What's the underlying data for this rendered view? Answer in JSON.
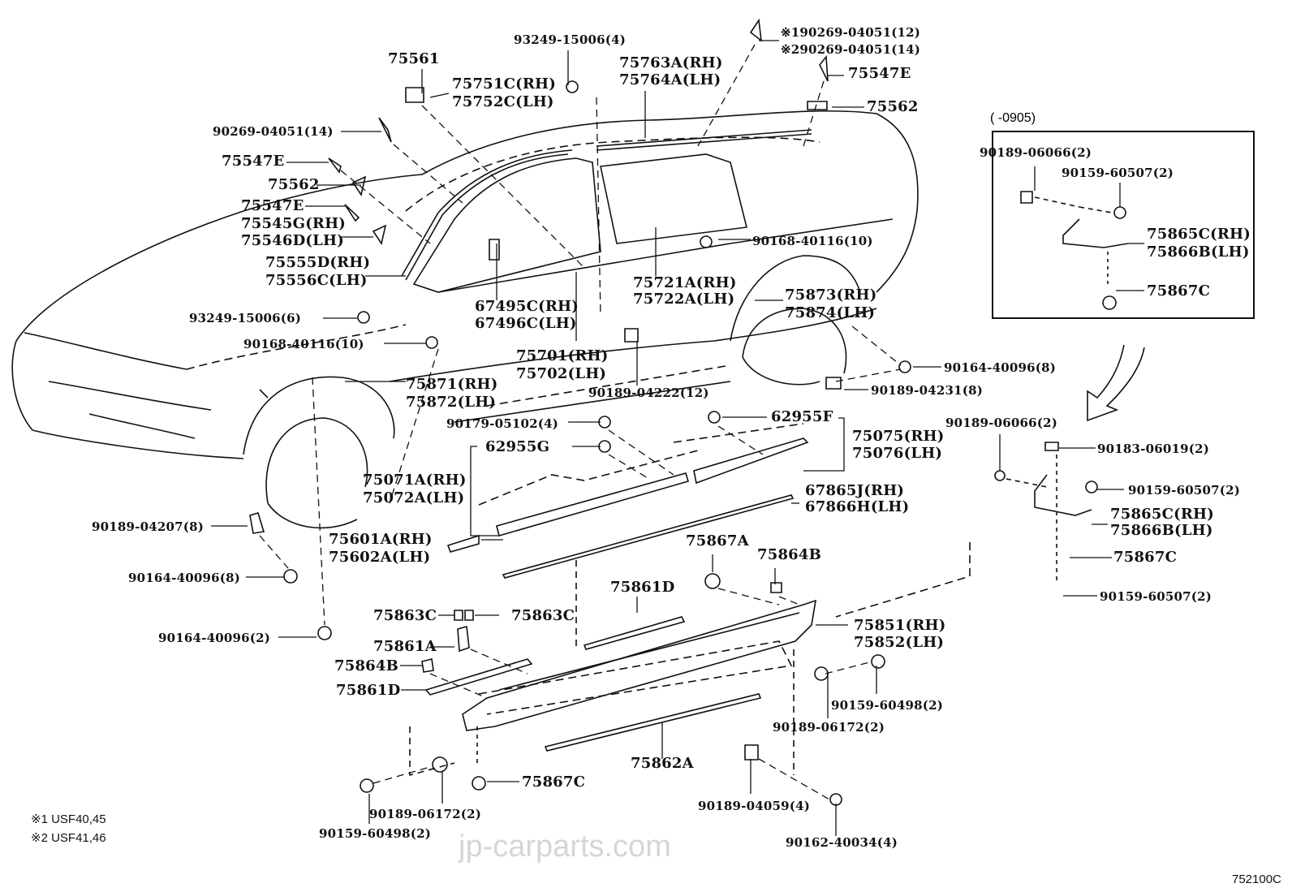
{
  "diagram": {
    "title_code": "752100C",
    "watermark": "jp-carparts.com",
    "inset": {
      "title": "(      -0905)"
    },
    "notes": [
      "※1 USF40,45",
      "※2 USF41,46"
    ],
    "labels": {
      "p75561": "75561",
      "p93249_4": "93249-15006(4)",
      "p75751c": "75751C(RH)",
      "p75752c": "75752C(LH)",
      "p75763a": "75763A(RH)",
      "p75764a": "75764A(LH)",
      "p90269_12": "※190269-04051(12)",
      "p90269_14b": "※290269-04051(14)",
      "p75547e_r": "75547E",
      "p75562_r": "75562",
      "p90269_14": "90269-04051(14)",
      "p75547e_1": "75547E",
      "p75562_l": "75562",
      "p75547e_2": "75547E",
      "p75545g": "75545G(RH)",
      "p75546d": "75546D(LH)",
      "p75555d": "75555D(RH)",
      "p75556c": "75556C(LH)",
      "p93249_6": "93249-15006(6)",
      "p90168_a": "90168-40116(10)",
      "p90168_b": "90168-40116(10)",
      "p67495c": "67495C(RH)",
      "p67496c": "67496C(LH)",
      "p75701": "75701(RH)",
      "p75702": "75702(LH)",
      "p75721a": "75721A(RH)",
      "p75722a": "75722A(LH)",
      "p75873": "75873(RH)",
      "p75874": "75874(LH)",
      "p90189_04222": "90189-04222(12)",
      "p90164_8r": "90164-40096(8)",
      "p90189_04231": "90189-04231(8)",
      "p75871": "75871(RH)",
      "p75872": "75872(LH)",
      "p90179": "90179-05102(4)",
      "p62955f": "62955F",
      "p62955g": "62955G",
      "p75075": "75075(RH)",
      "p75076": "75076(LH)",
      "p75071a": "75071A(RH)",
      "p75072a": "75072A(LH)",
      "p67865j": "67865J(RH)",
      "p67866h": "67866H(LH)",
      "p75601a": "75601A(RH)",
      "p75602a": "75602A(LH)",
      "p90189_04207": "90189-04207(8)",
      "p90164_8l": "90164-40096(8)",
      "p90164_2": "90164-40096(2)",
      "p75867a": "75867A",
      "p75864b_r": "75864B",
      "p75861d_c": "75861D",
      "p75863c_l": "75863C",
      "p75863c_r": "75863C",
      "p75861a": "75861A",
      "p75864b_l": "75864B",
      "p75861d_l": "75861D",
      "p75851": "75851(RH)",
      "p75852": "75852(LH)",
      "p90159_60498_r": "90159-60498(2)",
      "p90189_06172_r": "90189-06172(2)",
      "p75862a": "75862A",
      "p75867c_c": "75867C",
      "p90189_06172_l": "90189-06172(2)",
      "p90159_60498_l": "90159-60498(2)",
      "p90189_04059": "90189-04059(4)",
      "p90162_40034": "90162-40034(4)",
      "i90189_06066": "90189-06066(2)",
      "i90159_60507": "90159-60507(2)",
      "i75865c": "75865C(RH)",
      "i75866b": "75866B(LH)",
      "i75867c": "75867C",
      "r90189_06066": "90189-06066(2)",
      "r90183_06019": "90183-06019(2)",
      "r90159_60507_a": "90159-60507(2)",
      "r75865c": "75865C(RH)",
      "r75866b": "75866B(LH)",
      "r75867c": "75867C",
      "r90159_60507_b": "90159-60507(2)"
    }
  }
}
